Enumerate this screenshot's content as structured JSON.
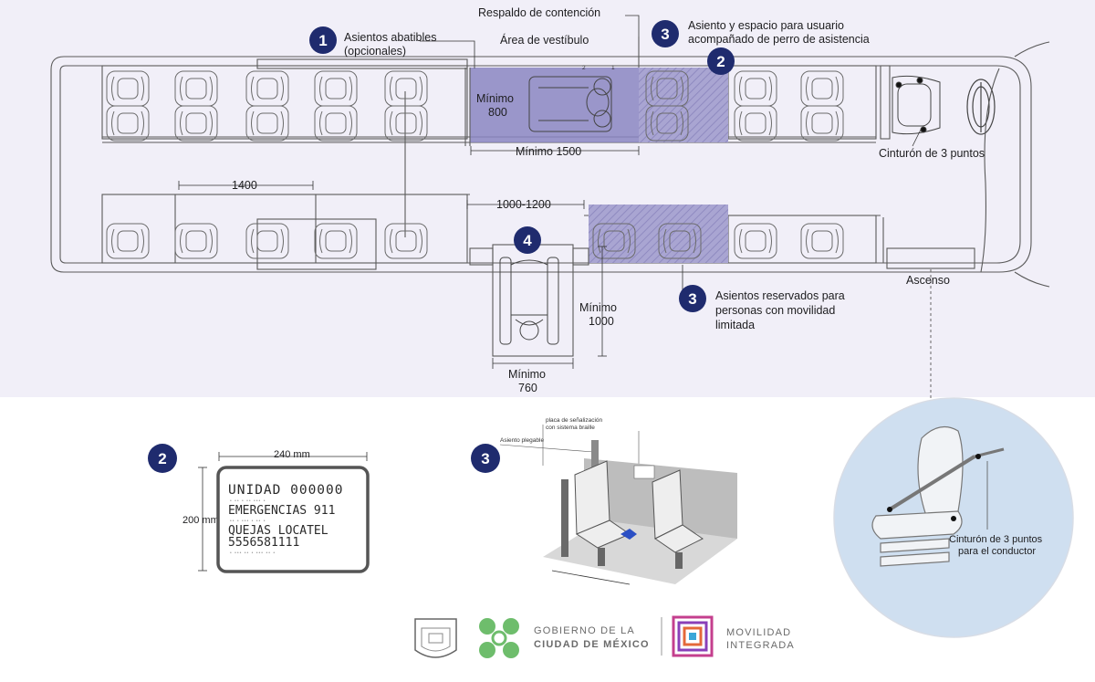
{
  "colors": {
    "badge": "#1f2b6e",
    "zone": "#8b86c2",
    "top_bg": "#f1eff8",
    "circle_bg": "#cfdff0"
  },
  "plan": {
    "respaldo": "Respaldo de contención",
    "vestibulo": "Área de vestíbulo",
    "abatibles_1": "Asientos abatibles",
    "abatibles_2": "(opcionales)",
    "perro_1": "Asiento y espacio para usuario",
    "perro_2": "acompañado de perro de asistencia",
    "min800_1": "Mínimo",
    "min800_2": "800",
    "min1500": "Mínimo 1500",
    "cinturon": "Cinturón de 3 puntos",
    "d1400": "1400",
    "d1000_1200": "1000-1200",
    "ascenso": "Ascenso",
    "reservados_1": "Asientos reservados para",
    "reservados_2": "personas con movilidad",
    "reservados_3": "limitada",
    "min1000_1": "Mínimo",
    "min1000_2": "1000",
    "min760_1": "Mínimo",
    "min760_2": "760",
    "num_1": "1",
    "num_2": "2",
    "num_3": "3",
    "num_4": "4"
  },
  "plate": {
    "badge": "2",
    "width_label": "240 mm",
    "height_label": "200 mm",
    "line1": "UNIDAD 000000",
    "line2": "EMERGENCIAS 911",
    "line3": "QUEJAS LOCATEL",
    "line4": "5556581111"
  },
  "seat_detail": {
    "badge": "3",
    "placa_1": "placa de señalización",
    "placa_2": "con sistema braille",
    "plegable": "Asiento plegable"
  },
  "driver": {
    "cinturon_1": "Cinturón de 3 puntos",
    "cinturon_2": "para el conductor"
  },
  "footer": {
    "gob_1": "GOBIERNO DE LA",
    "gob_2": "CIUDAD DE MÉXICO",
    "mov_1": "MOVILIDAD",
    "mov_2": "INTEGRADA"
  }
}
